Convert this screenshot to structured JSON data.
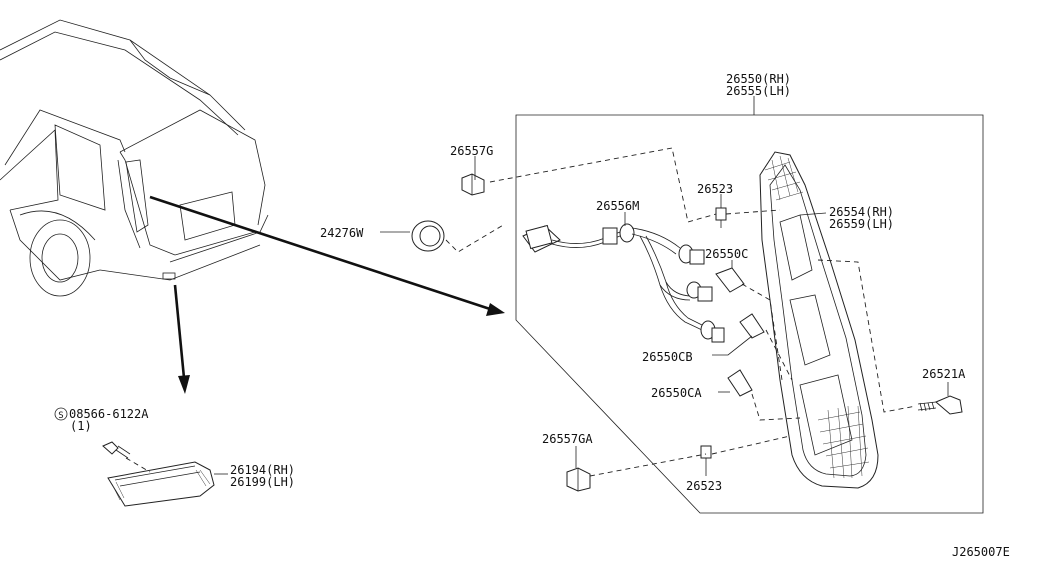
{
  "diagram_code": "J265007E",
  "callouts": {
    "assy_rh": "26550(RH)",
    "assy_lh": "26555(LH)",
    "clip_top": "26557G",
    "clip_bottom": "26557GA",
    "grommet": "24276W",
    "harness": "26556M",
    "screw_top": "26523",
    "screw_bottom": "26523",
    "lens_rh": "26554(RH)",
    "lens_lh": "26559(LH)",
    "bulb_c": "26550C",
    "bulb_cb": "26550CB",
    "bulb_ca": "26550CA",
    "bolt": "26521A",
    "bolt_small": "08566-6122A",
    "bolt_small_qty": "(1)",
    "reflector_rh": "26194(RH)",
    "reflector_lh": "26199(LH)"
  },
  "symbols": {
    "screw_symbol": "S"
  }
}
